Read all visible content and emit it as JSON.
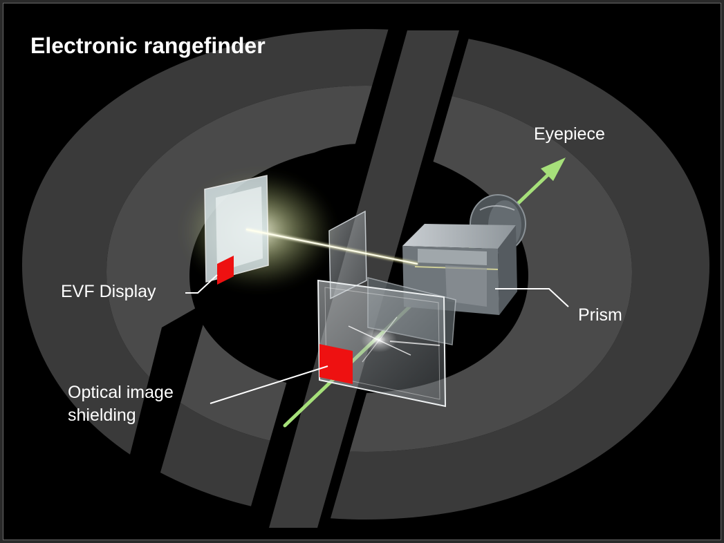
{
  "title": "Electronic rangefinder",
  "labels": {
    "eyepiece": "Eyepiece",
    "evf_display": "EVF Display",
    "prism": "Prism",
    "optical_shielding_line1": "Optical image",
    "optical_shielding_line2": "shielding"
  },
  "colors": {
    "background": "#000000",
    "logo_swirl": "#3a3a3a",
    "light_path": "#a6e07a",
    "evf_beam": "#f4f2b0",
    "shielding_mask": "#ee1111",
    "text": "#ffffff"
  }
}
